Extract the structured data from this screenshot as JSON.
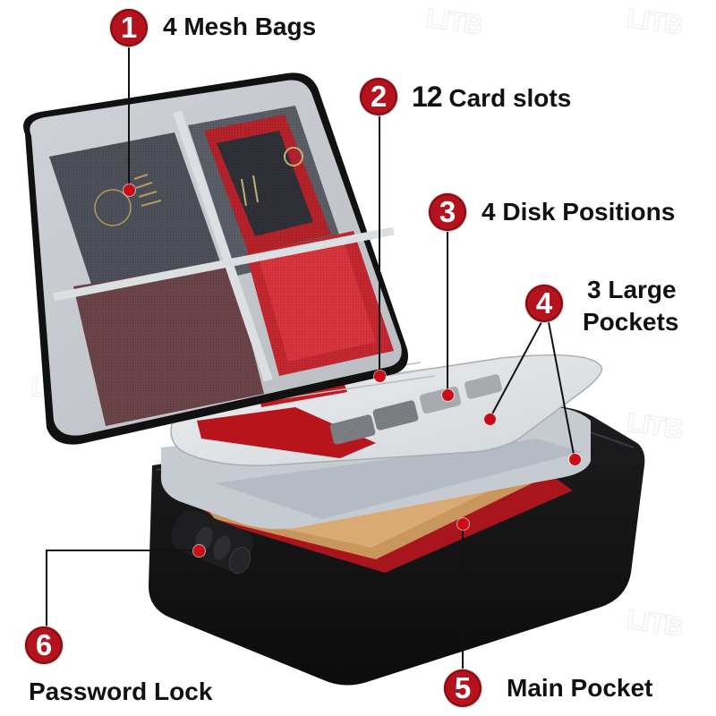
{
  "watermark": "LITB",
  "product": "Document organizer bag with password lock",
  "accent_color": "#b4121c",
  "callouts": [
    {
      "number": "1",
      "text": "4 Mesh Bags"
    },
    {
      "number": "2",
      "count": "12",
      "text": "Card slots"
    },
    {
      "number": "3",
      "text": "4 Disk Positions"
    },
    {
      "number": "4",
      "text_line1": "3 Large",
      "text_line2": "Pockets"
    },
    {
      "number": "5",
      "text": "Main Pocket"
    },
    {
      "number": "6",
      "text": "Password Lock"
    }
  ]
}
